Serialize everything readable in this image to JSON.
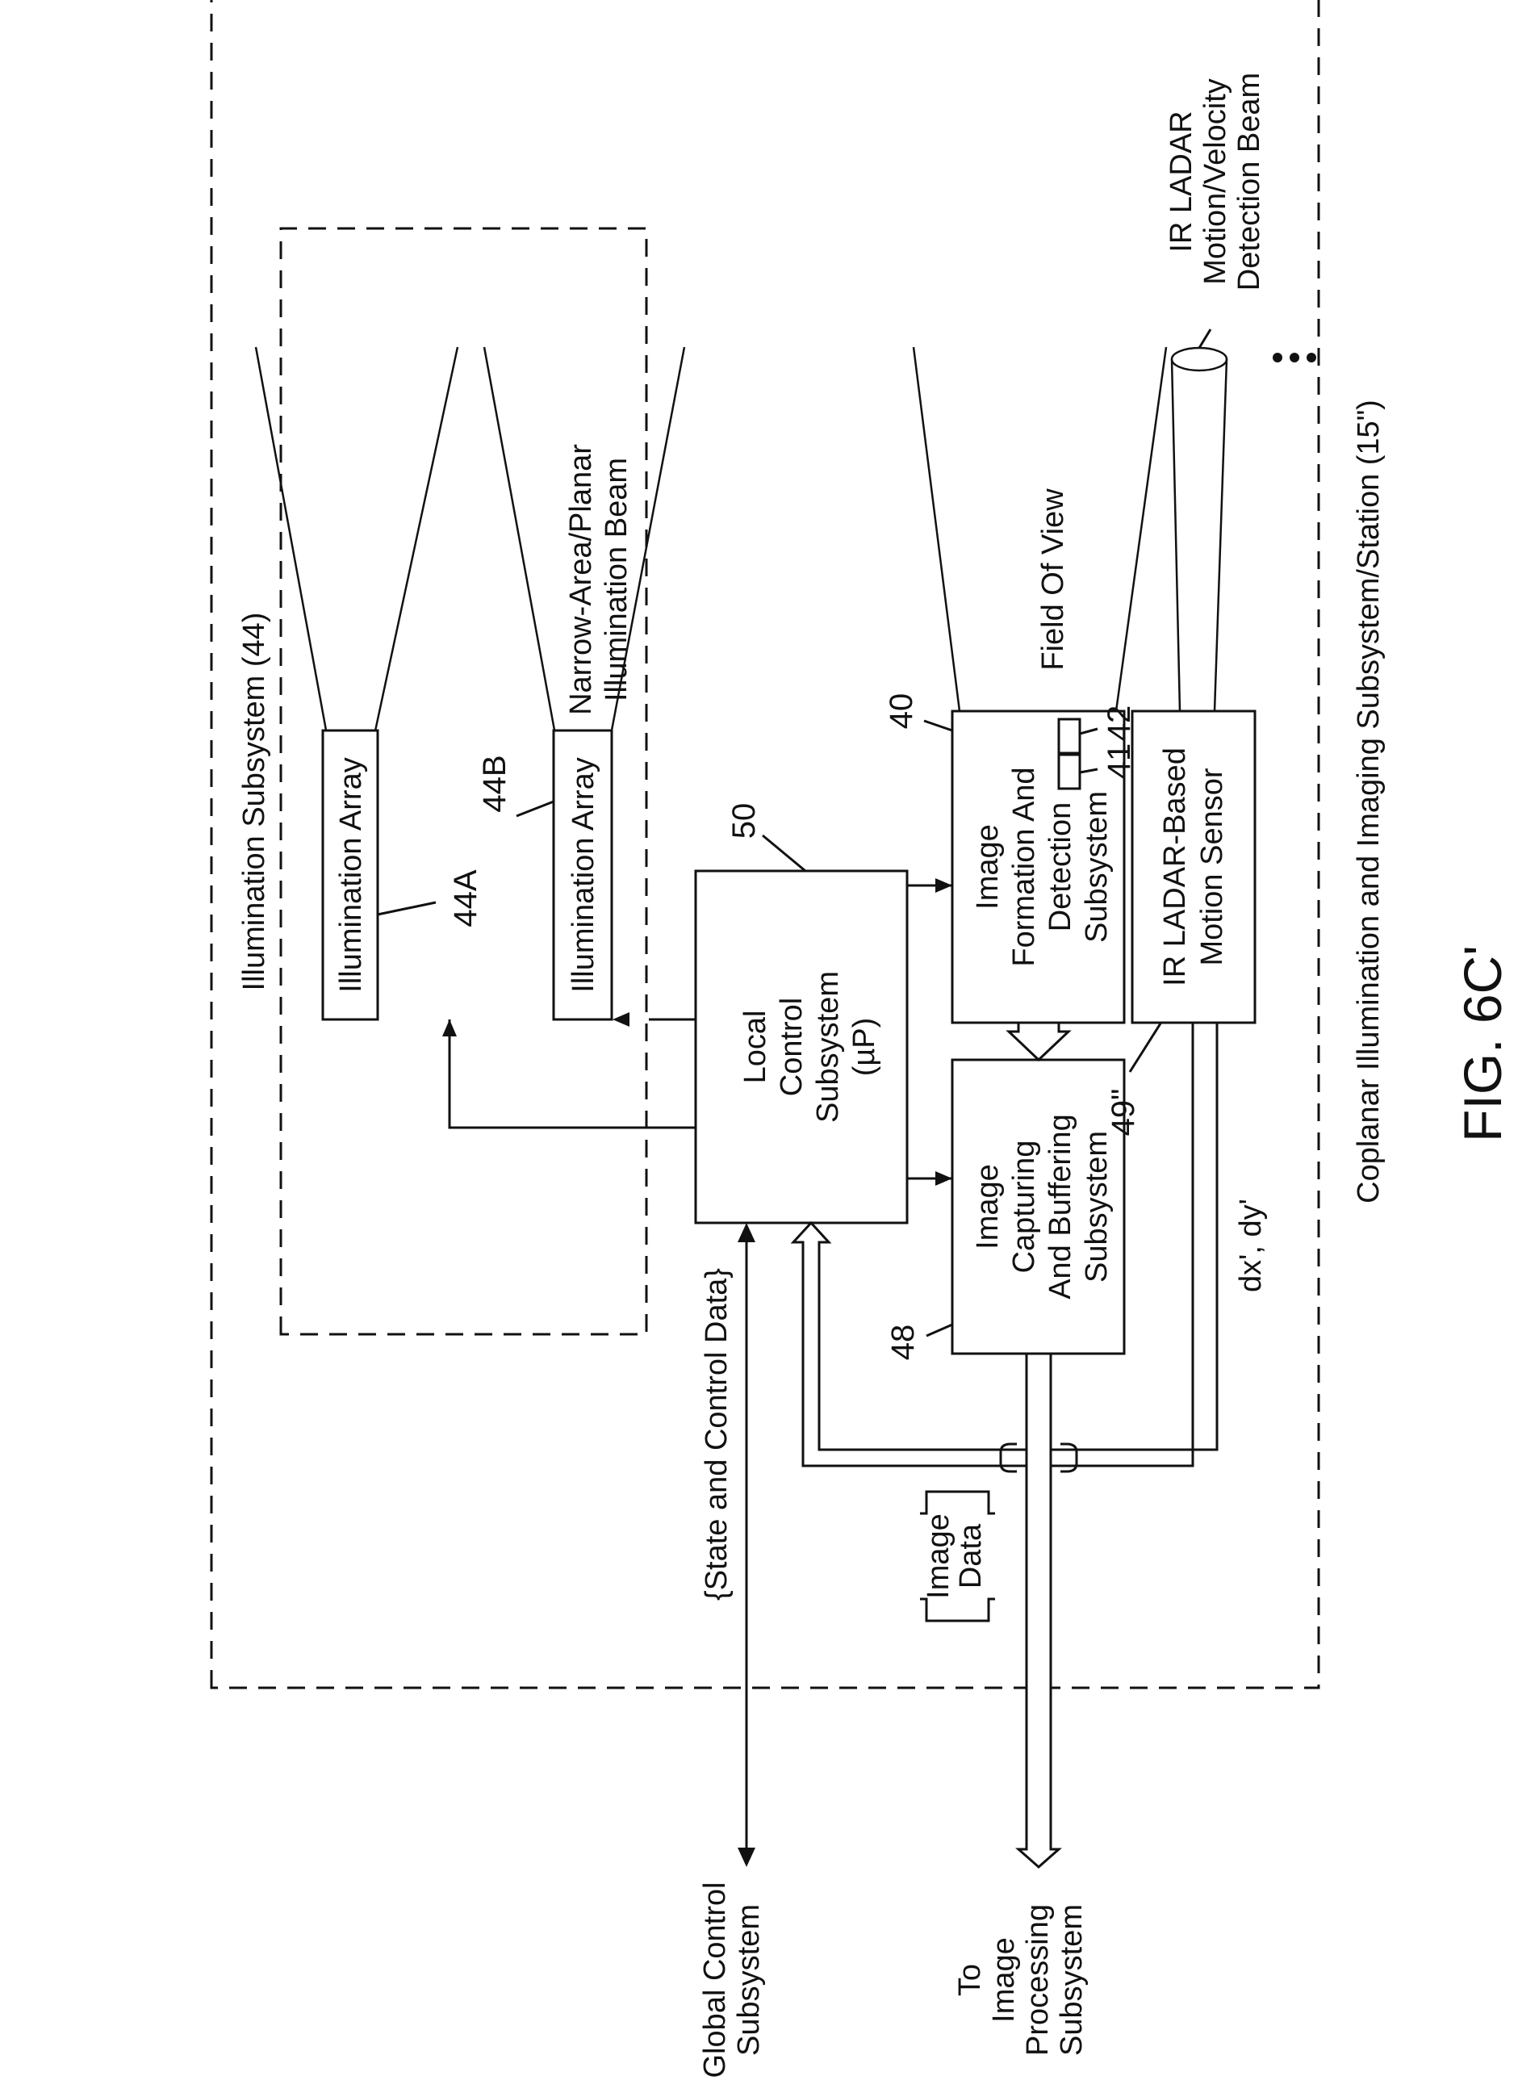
{
  "station_label": "Coplanar Illumination and Imaging Subsystem/Station (15\")",
  "illumination_subsystem_label": "Illumination Subsystem (44)",
  "illumination_array_a": {
    "label": "Illumination Array",
    "ref": "44A"
  },
  "illumination_array_b": {
    "label": "Illumination Array",
    "ref": "44B"
  },
  "beam_label": [
    "Narrow-Area/Planar",
    "Illumination Beam"
  ],
  "local_control": {
    "lines": [
      "Local",
      "Control",
      "Subsystem",
      "(µP)"
    ],
    "ref": "50"
  },
  "image_formation": {
    "lines": [
      "Image",
      "Formation And",
      "Detection",
      "Subsystem"
    ],
    "ref": "40"
  },
  "field_of_view_label": "Field Of View",
  "sensor_refs": [
    "42",
    "41"
  ],
  "image_capturing": {
    "lines": [
      "Image",
      "Capturing",
      "And Buffering",
      "Subsystem"
    ],
    "ref": "48"
  },
  "motion_sensor": {
    "lines": [
      "IR LADAR-Based",
      "Motion Sensor"
    ],
    "ref": "49\""
  },
  "dxdy_label": "dx', dy'",
  "ladar_beam_label": [
    "IR LADAR",
    "Motion/Velocity",
    "Detection Beam"
  ],
  "state_control_label": "{State and Control Data}",
  "image_data_label": [
    "Image",
    "Data"
  ],
  "global_control_label": [
    "Global Control",
    "Subsystem"
  ],
  "image_processing_label": [
    "To",
    "Image",
    "Processing",
    "Subsystem"
  ],
  "figure_label": "FIG. 6C'"
}
